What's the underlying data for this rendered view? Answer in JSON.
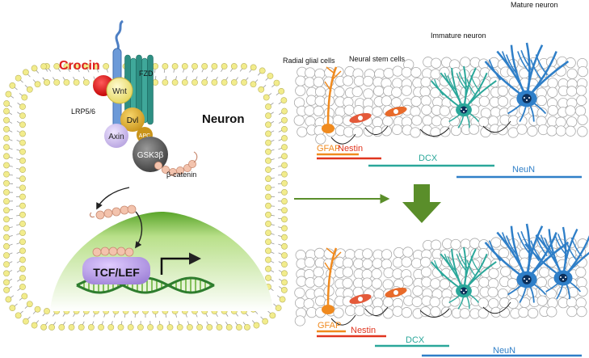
{
  "left_panel": {
    "crocin": "Crocin",
    "fzd": "FZD",
    "lrp": "LRP5/6",
    "wnt": "Wnt",
    "neuron": "Neuron",
    "dvl": "Dvl",
    "apc": "APC",
    "axin": "Axin",
    "gsk": "GSK3β",
    "beta_catenin": "β-catenin",
    "tcf": "TCF/LEF"
  },
  "right_panel": {
    "top": {
      "radial": "Radial glial cells",
      "nsc": "Neural stem cells",
      "immature": "Immature neuron",
      "mature": "Mature neuron",
      "gfap": "GFAP",
      "nestin": "Nestin",
      "dcx": "DCX",
      "neun": "NeuN"
    },
    "bottom": {
      "gfap": "GFAP",
      "nestin": "Nestin",
      "dcx": "DCX",
      "neun": "NeuN"
    }
  },
  "colors": {
    "crocin": "#e02020",
    "orange": "#f08a1e",
    "red_line": "#e0351f",
    "teal": "#2aa79a",
    "blue": "#2f7fc8",
    "membrane_head": "#f2ec8c",
    "nucleus": "#7cc142",
    "arrow_green": "#5a8e2a"
  }
}
